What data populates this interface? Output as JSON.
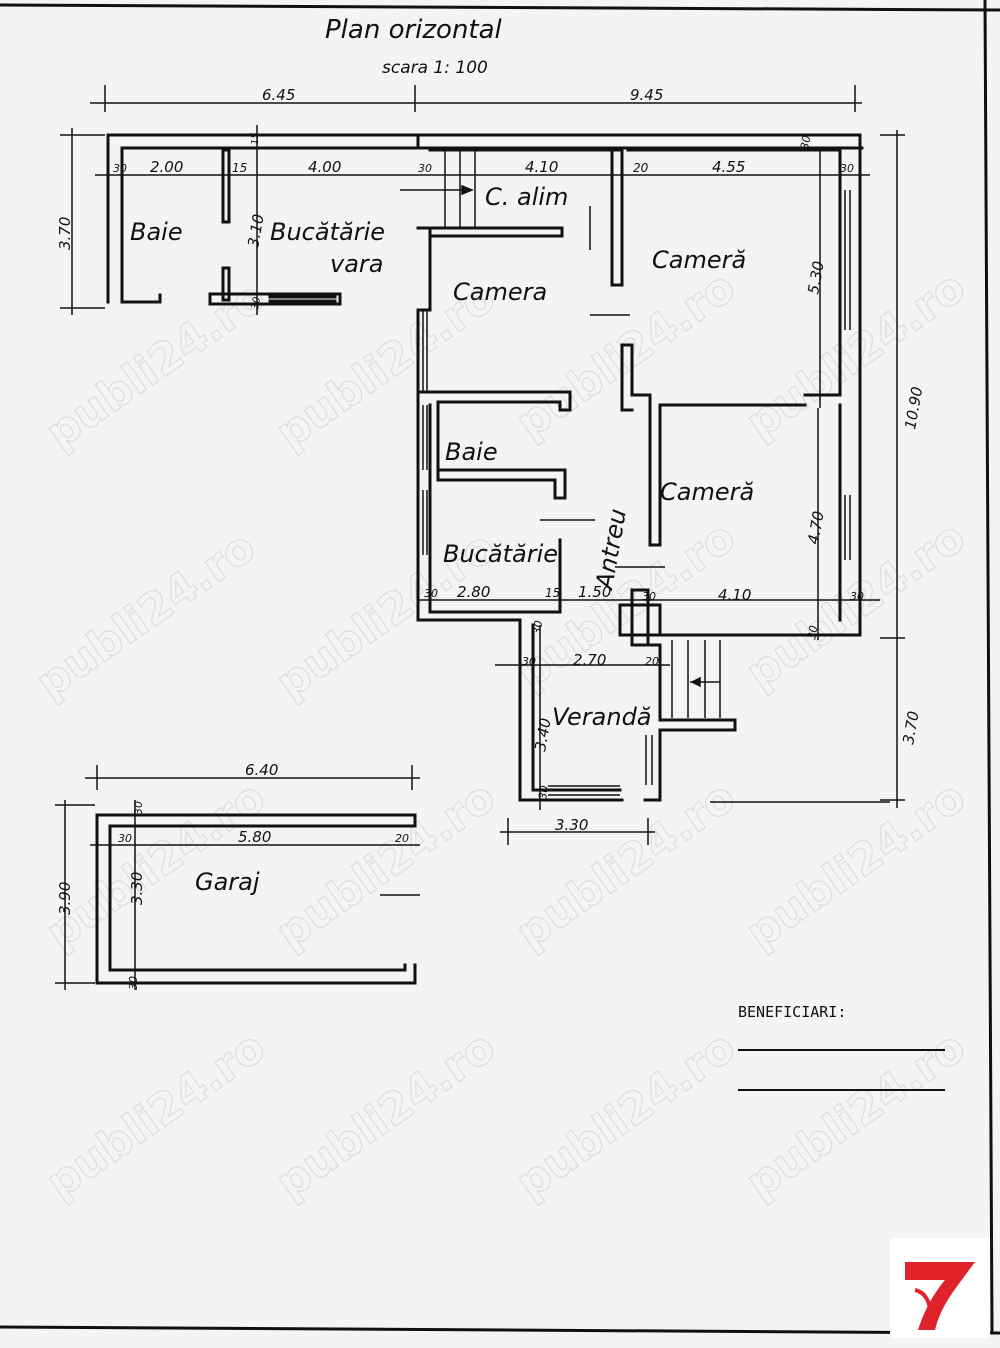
{
  "title": "Plan orizontal",
  "scale": "scara 1: 100",
  "rooms": {
    "baie_vara": "Baie",
    "bucatarie_vara_1": "Bucătărie",
    "bucatarie_vara_2": "vara",
    "camara": "C. alim",
    "camera_1": "Camera",
    "camera_2": "Cameră",
    "baie": "Baie",
    "camera_3": "Cameră",
    "bucatarie": "Bucătărie",
    "antreu": "Antreu",
    "veranda": "Verandă",
    "garaj": "Garaj"
  },
  "dimensions": {
    "top_left": "6.45",
    "top_right": "9.45",
    "left_height": "3.70",
    "d_30a": "30",
    "d_200": "2.00",
    "d_15a": "15",
    "d_400": "4.00",
    "d_30b": "30",
    "d_410": "4.10",
    "d_20a": "20",
    "d_455": "4.55",
    "d_30c": "30",
    "d_30d": "30",
    "d_15b": "15",
    "d_310": "3.10",
    "d_30e": "30",
    "d_530": "5.30",
    "total_height": "10.90",
    "d_470": "4.70",
    "d_30f": "30",
    "d_280": "2.80",
    "d_15c": "15",
    "d_150": "1.50",
    "d_30g": "30",
    "d_410b": "4.10",
    "d_30h": "30",
    "d_30i": "30",
    "d_30j": "30",
    "d_30k": "30",
    "d_270": "2.70",
    "d_20b": "20",
    "d_340": "3.40",
    "d_30l": "30",
    "d_330": "3.30",
    "right_lower": "3.70",
    "g_640": "6.40",
    "g_390": "3.90",
    "g_30a": "30",
    "g_30b": "30",
    "g_580": "5.80",
    "g_20": "20",
    "g_330": "3.30",
    "g_30c": "30"
  },
  "beneficiari_label": "BENEFICIARI:",
  "watermark": "publi24.ro",
  "logo_color": "#e0232b"
}
